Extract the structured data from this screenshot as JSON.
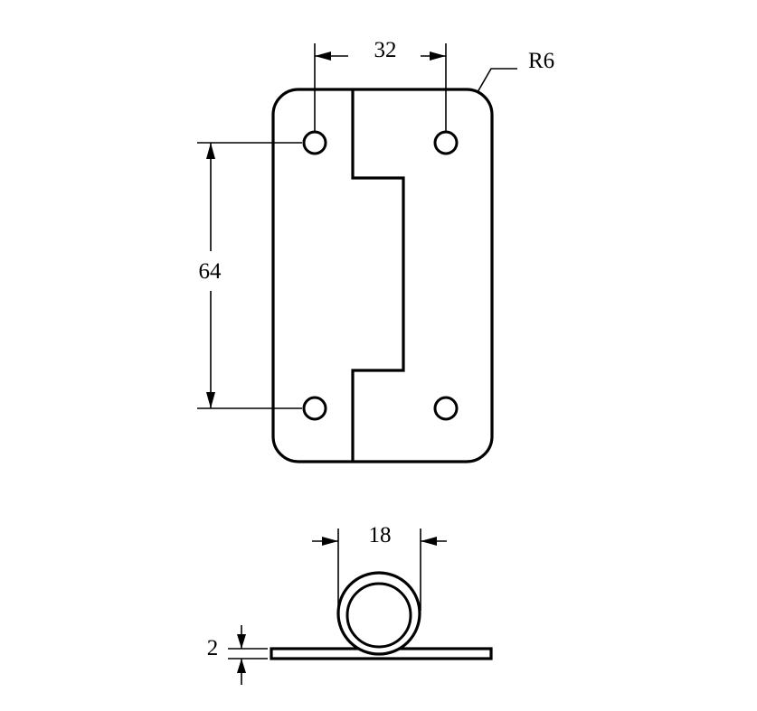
{
  "dimensions": {
    "hole_spacing_horizontal": "32",
    "hole_spacing_vertical": "64",
    "corner_radius": "R6",
    "knuckle_diameter": "18",
    "plate_thickness": "2"
  },
  "colors": {
    "line": "#000000",
    "background": "#ffffff"
  }
}
